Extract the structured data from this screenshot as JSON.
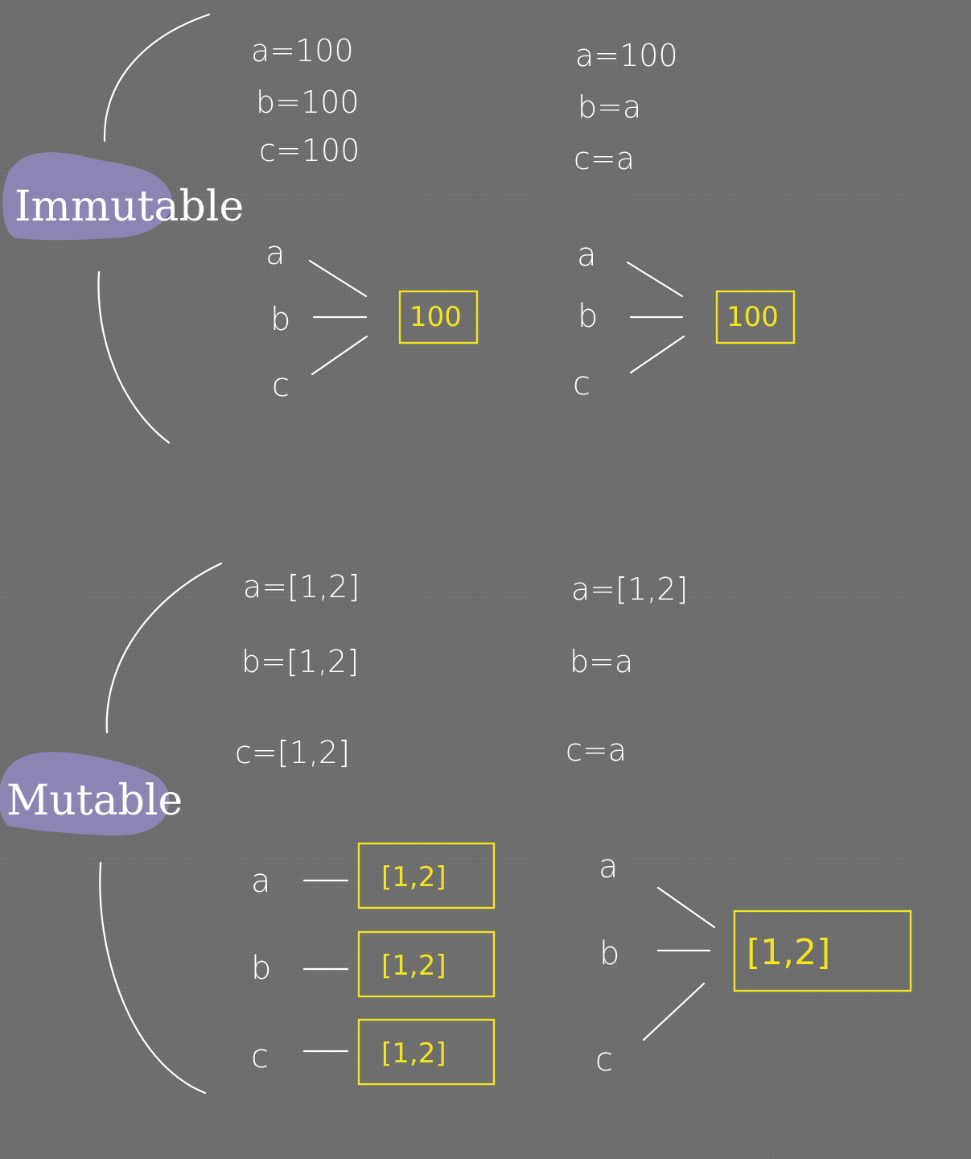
{
  "sections": {
    "immutable": {
      "label": "Immutable",
      "left": {
        "code": [
          "a=100",
          "b=100",
          "c=100"
        ],
        "vars": [
          "a",
          "b",
          "c"
        ],
        "value": "100"
      },
      "right": {
        "code": [
          "a=100",
          "b=a",
          "c=a"
        ],
        "vars": [
          "a",
          "b",
          "c"
        ],
        "value": "100"
      }
    },
    "mutable": {
      "label": "Mutable",
      "left": {
        "code": [
          "a=[1,2]",
          "b=[1,2]",
          "c=[1,2]"
        ],
        "vars": [
          "a",
          "b",
          "c"
        ],
        "values": [
          "[1,2]",
          "[1,2]",
          "[1,2]"
        ]
      },
      "right": {
        "code": [
          "a=[1,2]",
          "b=a",
          "c=a"
        ],
        "vars": [
          "a",
          "b",
          "c"
        ],
        "value": "[1,2]"
      }
    }
  },
  "colors": {
    "background": "#6d6d6d",
    "ink": "#ffffff",
    "highlight": "#f2e41e",
    "label_blob": "#8f86b8"
  }
}
